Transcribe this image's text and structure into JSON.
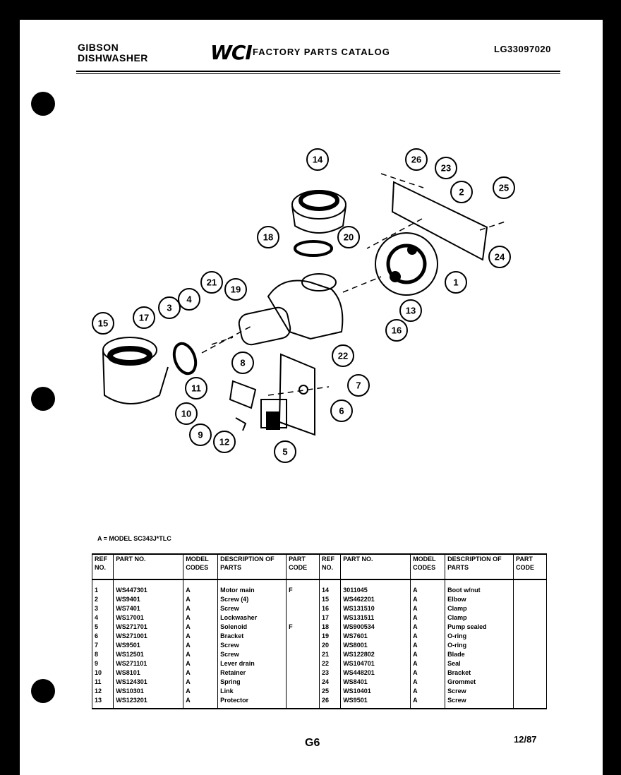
{
  "header": {
    "brand_line1": "GIBSON",
    "brand_line2": "DISHWASHER",
    "logo": "WCI",
    "catalog_title": "FACTORY PARTS CATALOG",
    "catalog_number": "LG33097020"
  },
  "diagram": {
    "callouts": [
      "14",
      "26",
      "23",
      "25",
      "2",
      "18",
      "20",
      "24",
      "1",
      "21",
      "19",
      "3",
      "4",
      "13",
      "15",
      "17",
      "16",
      "22",
      "8",
      "7",
      "11",
      "6",
      "10",
      "9",
      "12",
      "5"
    ]
  },
  "model_note": "A = MODEL SC343J*TLC",
  "table": {
    "headers": {
      "ref": "REF NO.",
      "part": "PART NO.",
      "model": "MODEL CODES",
      "desc": "DESCRIPTION OF PARTS",
      "code": "PART CODE"
    },
    "left_rows": [
      {
        "ref": "1",
        "part": "WS447301",
        "model": "A",
        "desc": "Motor main",
        "code": "F"
      },
      {
        "ref": "2",
        "part": "WS9401",
        "model": "A",
        "desc": "Screw (4)",
        "code": ""
      },
      {
        "ref": "3",
        "part": "WS7401",
        "model": "A",
        "desc": "Screw",
        "code": ""
      },
      {
        "ref": "4",
        "part": "WS17001",
        "model": "A",
        "desc": "Lockwasher",
        "code": ""
      },
      {
        "ref": "5",
        "part": "WS271701",
        "model": "A",
        "desc": "Solenoid",
        "code": "F"
      },
      {
        "ref": "6",
        "part": "WS271001",
        "model": "A",
        "desc": "Bracket",
        "code": ""
      },
      {
        "ref": "7",
        "part": "WS9501",
        "model": "A",
        "desc": "Screw",
        "code": ""
      },
      {
        "ref": "8",
        "part": "WS12501",
        "model": "A",
        "desc": "Screw",
        "code": ""
      },
      {
        "ref": "9",
        "part": "WS271101",
        "model": "A",
        "desc": "Lever drain",
        "code": ""
      },
      {
        "ref": "10",
        "part": "WS8101",
        "model": "A",
        "desc": "Retainer",
        "code": ""
      },
      {
        "ref": "11",
        "part": "WS124301",
        "model": "A",
        "desc": "Spring",
        "code": ""
      },
      {
        "ref": "12",
        "part": "WS10301",
        "model": "A",
        "desc": "Link",
        "code": ""
      },
      {
        "ref": "13",
        "part": "WS123201",
        "model": "A",
        "desc": "Protector",
        "code": ""
      }
    ],
    "right_rows": [
      {
        "ref": "14",
        "part": "3011045",
        "model": "A",
        "desc": "Boot w/nut",
        "code": ""
      },
      {
        "ref": "15",
        "part": "WS462201",
        "model": "A",
        "desc": "Elbow",
        "code": ""
      },
      {
        "ref": "16",
        "part": "WS131510",
        "model": "A",
        "desc": "Clamp",
        "code": ""
      },
      {
        "ref": "17",
        "part": "WS131511",
        "model": "A",
        "desc": "Clamp",
        "code": ""
      },
      {
        "ref": "18",
        "part": "WS900534",
        "model": "A",
        "desc": "Pump sealed",
        "code": ""
      },
      {
        "ref": "19",
        "part": "WS7601",
        "model": "A",
        "desc": "O-ring",
        "code": ""
      },
      {
        "ref": "20",
        "part": "WS8001",
        "model": "A",
        "desc": "O-ring",
        "code": ""
      },
      {
        "ref": "21",
        "part": "WS122802",
        "model": "A",
        "desc": "Blade",
        "code": ""
      },
      {
        "ref": "22",
        "part": "WS104701",
        "model": "A",
        "desc": "Seal",
        "code": ""
      },
      {
        "ref": "23",
        "part": "WS448201",
        "model": "A",
        "desc": "Bracket",
        "code": ""
      },
      {
        "ref": "24",
        "part": "WS8401",
        "model": "A",
        "desc": "Grommet",
        "code": ""
      },
      {
        "ref": "25",
        "part": "WS10401",
        "model": "A",
        "desc": "Screw",
        "code": ""
      },
      {
        "ref": "26",
        "part": "WS9501",
        "model": "A",
        "desc": "Screw",
        "code": ""
      }
    ]
  },
  "footer": {
    "page": "G6",
    "date": "12/87"
  }
}
